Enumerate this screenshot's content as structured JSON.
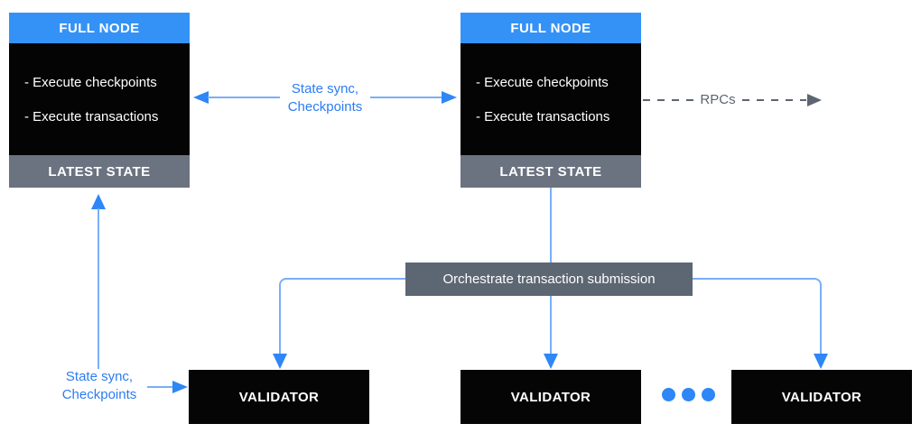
{
  "colors": {
    "node_header_blue": "#3492f7",
    "node_body_black": "#040404",
    "latest_state_gray": "#6b7280",
    "orchestrator_gray": "#5d6773",
    "connector_line_blue": "#79aff5",
    "arrowhead_blue": "#2e86f7",
    "label_text_blue": "#2c7cf2",
    "rpc_slate_gray": "#5c6571",
    "text_white": "#ffffff"
  },
  "full_node_left": {
    "title": "FULL NODE",
    "body_lines": [
      "- Execute checkpoints",
      "- Execute transactions"
    ],
    "footer": "LATEST STATE"
  },
  "full_node_right": {
    "title": "FULL NODE",
    "body_lines": [
      "- Execute checkpoints",
      "- Execute transactions"
    ],
    "footer": "LATEST STATE"
  },
  "edges": {
    "top_sync_label": {
      "line1": "State sync,",
      "line2": "Checkpoints"
    },
    "rpcs_label": "RPCs",
    "bottom_sync_label": {
      "line1": "State sync,",
      "line2": "Checkpoints"
    }
  },
  "orchestrator": {
    "label": "Orchestrate transaction submission"
  },
  "validators": [
    {
      "label": "VALIDATOR"
    },
    {
      "label": "VALIDATOR"
    },
    {
      "label": "VALIDATOR"
    }
  ],
  "ellipsis": {
    "dot_count": 3
  }
}
